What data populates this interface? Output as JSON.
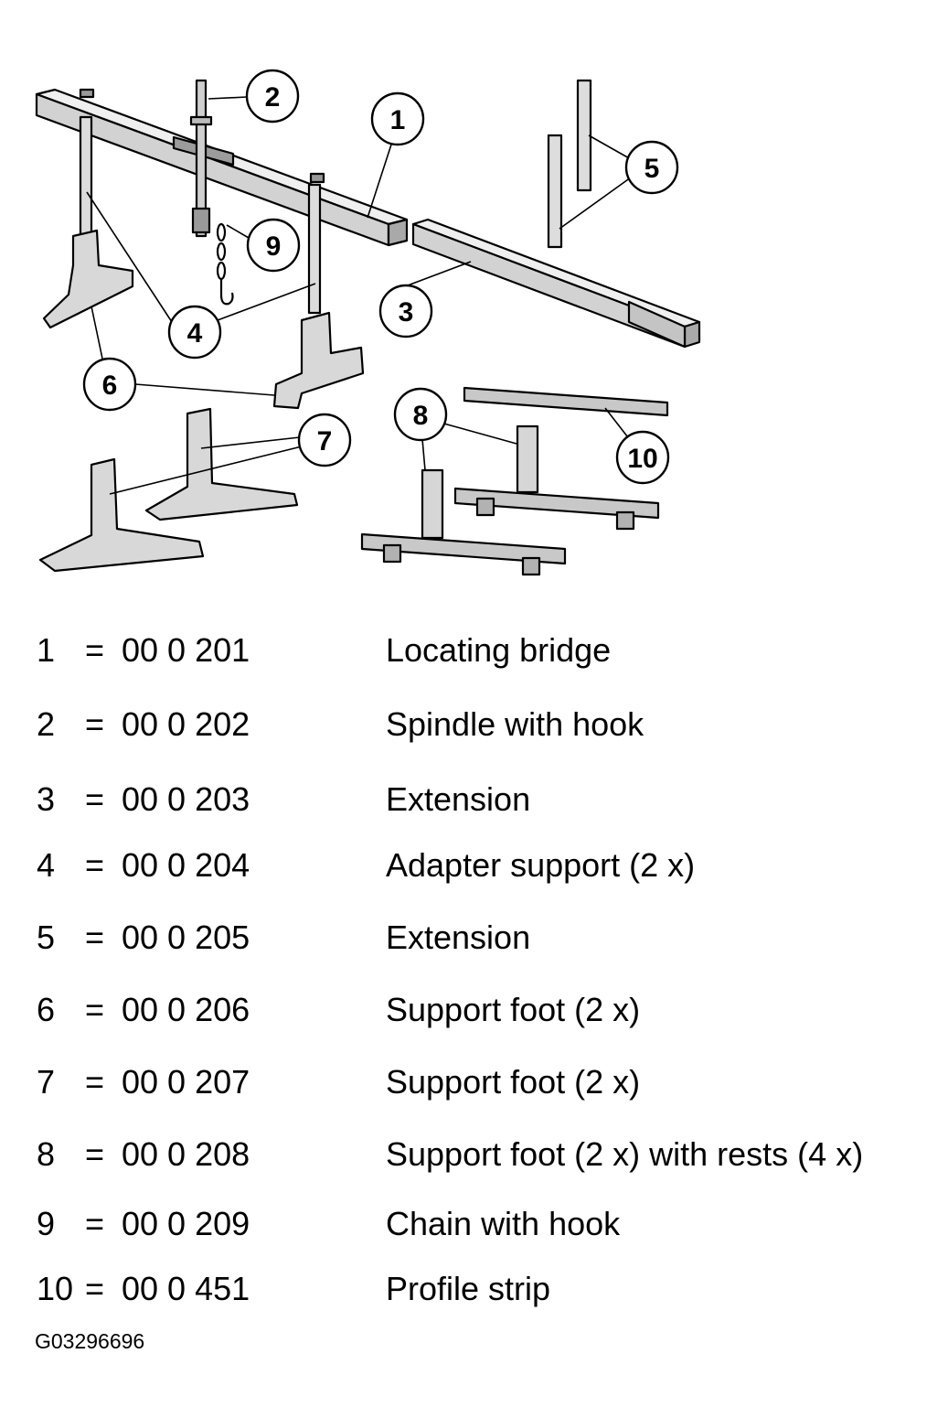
{
  "callouts": [
    "1",
    "2",
    "3",
    "4",
    "5",
    "6",
    "7",
    "8",
    "9",
    "10"
  ],
  "parts": [
    {
      "num": "1",
      "eq": "=",
      "part_no": "00 0 201",
      "desc": "Locating bridge"
    },
    {
      "num": "2",
      "eq": "=",
      "part_no": "00 0 202",
      "desc": "Spindle with hook"
    },
    {
      "num": "3",
      "eq": "=",
      "part_no": "00 0 203",
      "desc": "Extension"
    },
    {
      "num": "4",
      "eq": "=",
      "part_no": "00 0 204",
      "desc": "Adapter support (2 x)"
    },
    {
      "num": "5",
      "eq": "=",
      "part_no": "00 0 205",
      "desc": "Extension"
    },
    {
      "num": "6",
      "eq": "=",
      "part_no": "00 0 206",
      "desc": "Support foot (2 x)"
    },
    {
      "num": "7",
      "eq": "=",
      "part_no": "00 0 207",
      "desc": "Support foot (2 x)"
    },
    {
      "num": "8",
      "eq": "=",
      "part_no": "00 0 208",
      "desc": "Support foot (2 x) with rests (4 x)"
    },
    {
      "num": "9",
      "eq": "=",
      "part_no": "00 0 209",
      "desc": "Chain with hook"
    },
    {
      "num": "10",
      "eq": "=",
      "part_no": "00 0 451",
      "desc": "Profile strip"
    }
  ],
  "figure_id": "G03296696",
  "colors": {
    "line": "#000000",
    "part_fill": "#dedede",
    "part_shade": "#b8b8b8",
    "background": "#ffffff"
  }
}
